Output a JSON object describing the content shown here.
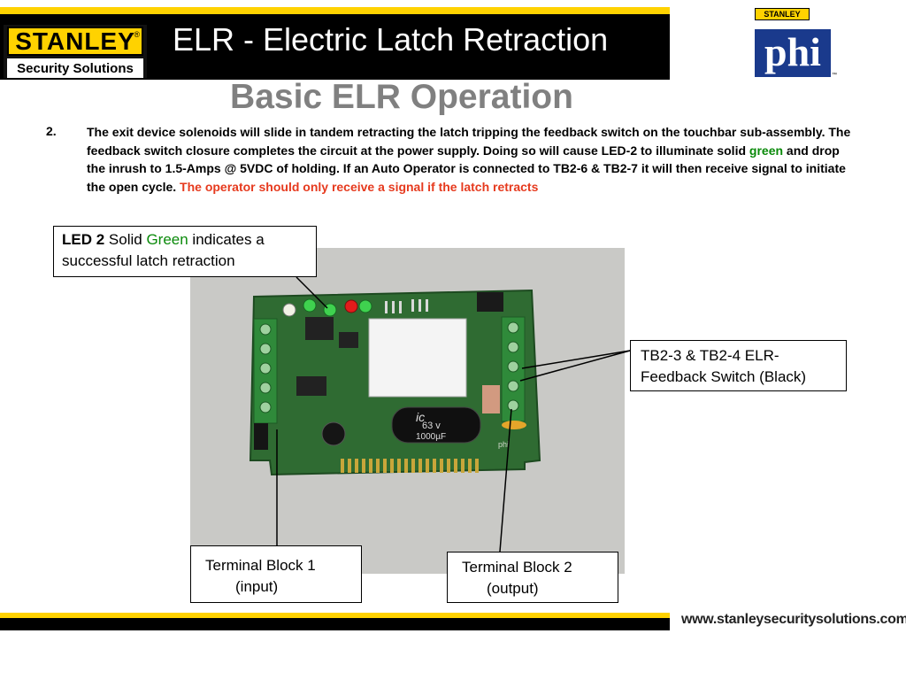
{
  "header": {
    "title": "ELR - Electric Latch Retraction",
    "logo_word": "STANLEY",
    "logo_sub": "Security Solutions",
    "phi_stanley": "STANLEY",
    "phi_word": "phi",
    "phi_tm": "™"
  },
  "slide": {
    "subtitle": "Basic ELR Operation",
    "item_number": "2.",
    "para_part1": "The exit device solenoids will slide in tandem retracting the latch tripping the feedback switch on the touchbar sub-assembly. The feedback switch closure completes the circuit at the power supply. Doing so will cause LED-2 to illuminate solid ",
    "para_green": "green",
    "para_part2": " and drop the inrush to 1.5-Amps @ 5VDC of holding. If an Auto Operator is connected to TB2-6 & TB2-7 it will then receive signal to initiate the open cycle. ",
    "para_red": "The operator should only receive a signal if the latch retracts"
  },
  "callouts": {
    "led_bold": "LED 2",
    "led_solid": " Solid ",
    "led_green": "Green",
    "led_rest": " indicates a successful latch retraction",
    "tb2": "TB2-3 & TB2-4 ELR-Feedback Switch (Black)",
    "tb1_line1": "Terminal Block 1",
    "tb1_line2": "(input)",
    "tbo_line1": "Terminal Block 2",
    "tbo_line2": "(output)"
  },
  "board": {
    "cap_brand": "ic",
    "cap_voltage": "63 v",
    "cap_value": "1000µF",
    "board_mark": "phi"
  },
  "footer": {
    "url": "www.stanleysecuritysolutions.com"
  },
  "colors": {
    "brand_yellow": "#ffd200",
    "phi_blue": "#1a3a8c",
    "green_text": "#0a8a0a",
    "red_text": "#e63a1e"
  }
}
